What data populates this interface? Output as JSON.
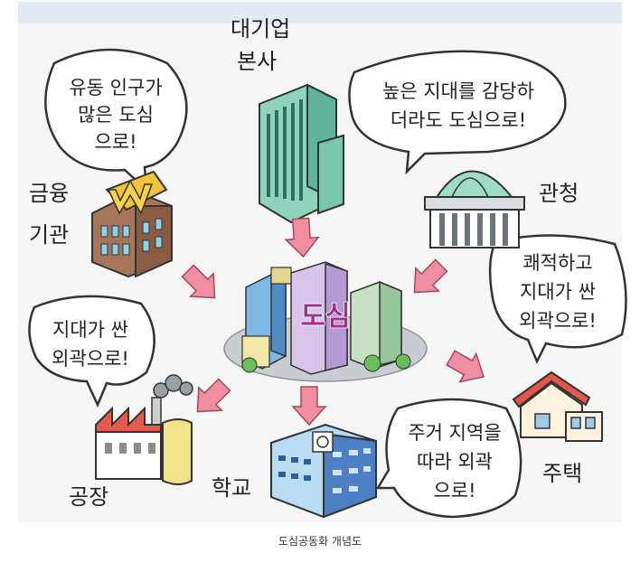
{
  "diagram": {
    "center_text": "도심",
    "labels": {
      "corp_hq": [
        "대기업",
        "본사"
      ],
      "finance": [
        "금융",
        "기관"
      ],
      "gov": "관청",
      "factory": "공장",
      "school": "학교",
      "house": "주택"
    },
    "bubbles": {
      "floating": [
        "유동 인구가",
        "많은 도심",
        "으로!"
      ],
      "high_rent": [
        "높은 지대를 감당하",
        "더라도 도심으로!"
      ],
      "pleasant": [
        "쾌적하고",
        "지대가 싼",
        "외곽으로!"
      ],
      "cheap_outskirts": [
        "지대가 싼",
        "외곽으로!"
      ],
      "residential": [
        "주거 지역을",
        "따라 외곽",
        "으로!"
      ]
    },
    "caption": "도심공동화 개념도",
    "colors": {
      "arrow": "#ef8ea0",
      "arrow_stroke": "#a04a5a",
      "center_text": "#a0308a",
      "top_band": "#e4eaf4",
      "panel": "#f6f6f6"
    }
  }
}
